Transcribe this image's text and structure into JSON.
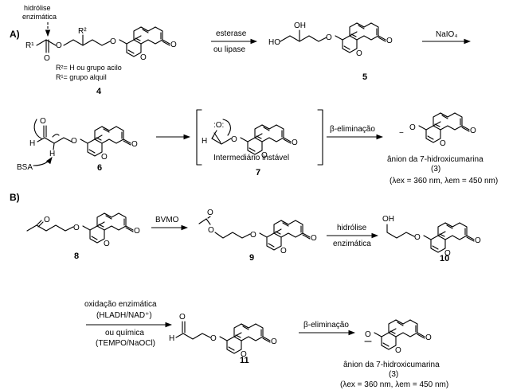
{
  "section_a": {
    "label": "A)",
    "hydrolysis_note": [
      "hidrólise",
      "enzimática"
    ],
    "substrate_r2": "R²",
    "substrate_r1": "R¹",
    "substrate_note_1": "R²= H ou grupo acilo",
    "substrate_note_2": "R¹= grupo alquil",
    "compound_4": "4",
    "step1_top": "esterase",
    "step1_bottom": "ou lipase",
    "compound_5": "5",
    "step2": "NaIO₄",
    "compound_6": "6",
    "bsa": "BSA",
    "intermediate_label": "Intermediário instável",
    "compound_7": "7",
    "step3": "β-eliminação",
    "anion_label": "ânion da 7-hidroxicumarina",
    "compound_3": "(3)",
    "wavelength": "(λex = 360 nm, λem = 450 nm)"
  },
  "section_b": {
    "label": "B)",
    "compound_8": "8",
    "step1": "BVMO",
    "compound_9": "9",
    "step2_top": "hidrólise",
    "step2_bottom": "enzimática",
    "compound_10": "10",
    "step3_line1": "oxidação enzimática",
    "step3_line2": "(HLADH/NAD⁺)",
    "step3_line3": "ou química",
    "step3_line4": "(TEMPO/NaOCl)",
    "compound_11": "11",
    "step4": "β-eliminação",
    "anion_label": "ânion da 7-hidroxicumarina",
    "compound_3": "(3)",
    "wavelength": "(λex = 360 nm, λem = 450 nm)"
  }
}
